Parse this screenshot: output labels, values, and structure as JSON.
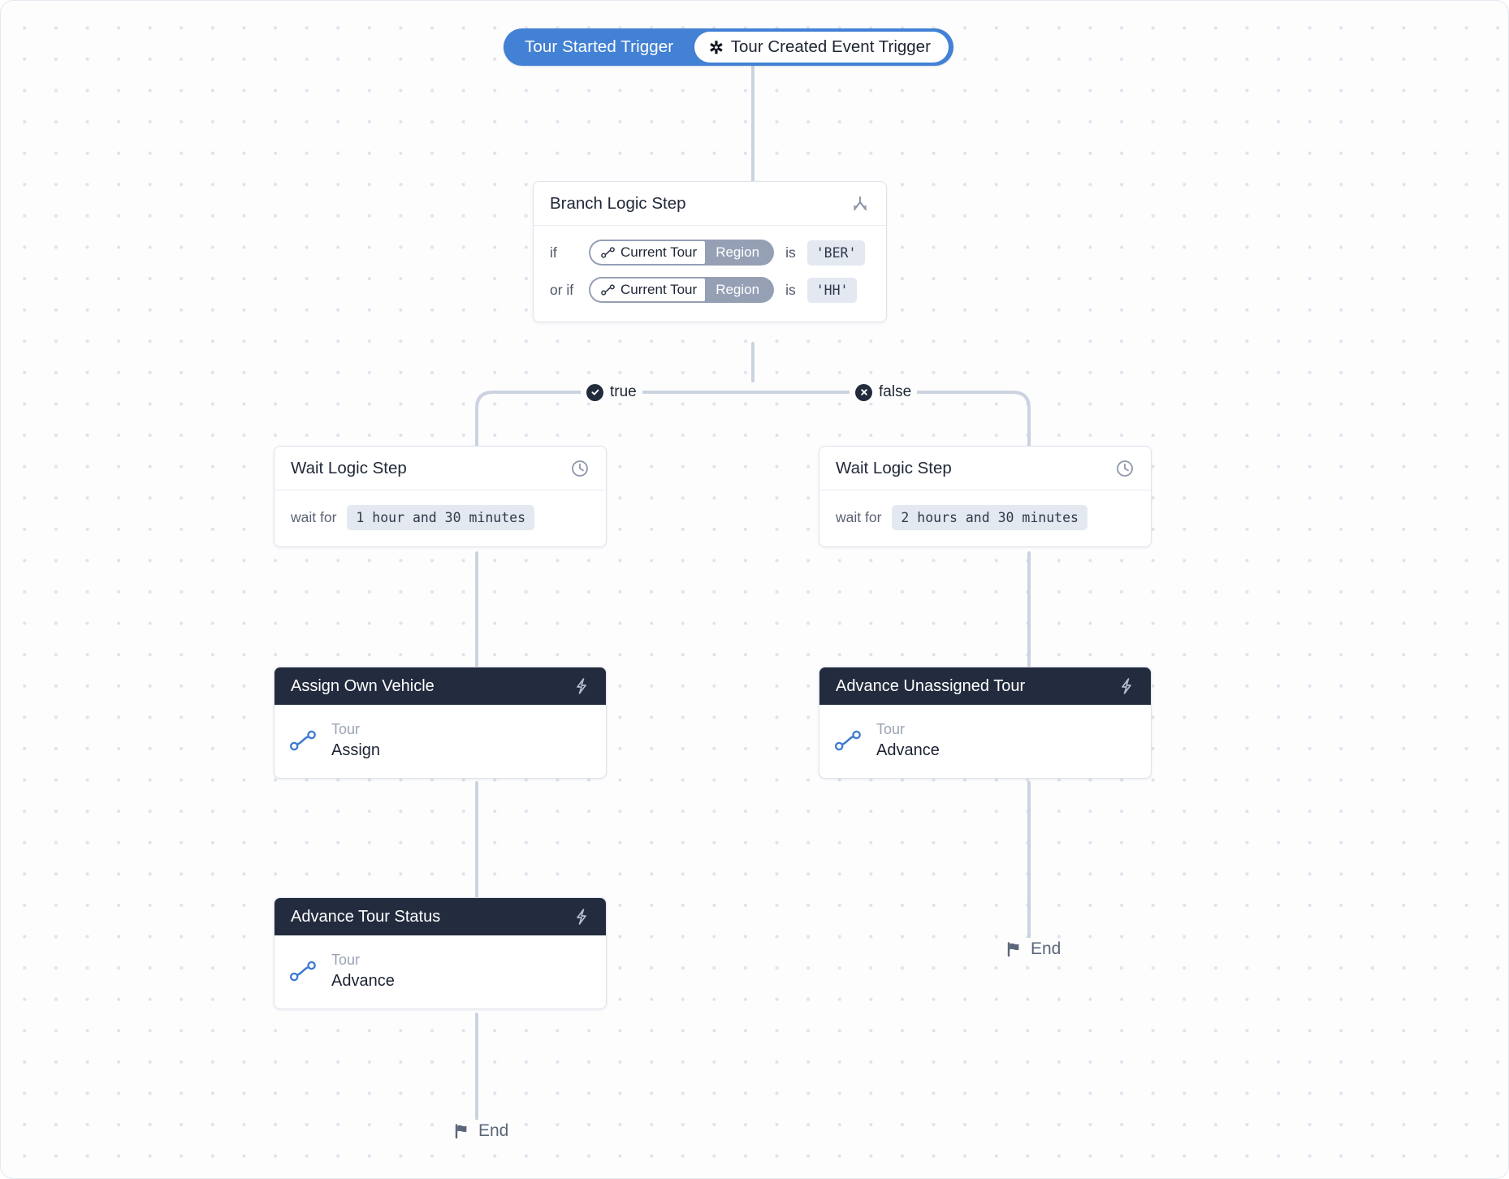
{
  "canvas": {
    "background_color": "#fdfdfe",
    "dot_color": "#dfe4ef",
    "accent_blue": "#4281d4",
    "dark_header": "#232c3e"
  },
  "trigger": {
    "name": "Tour Started Trigger",
    "event_label": "Tour Created Event Trigger",
    "icon": "asterisk-icon",
    "glyph": "✲"
  },
  "branch_step": {
    "title": "Branch Logic Step",
    "icon": "branch-fork-icon",
    "conditions": [
      {
        "keyword": "if",
        "variable_source": "Current Tour",
        "variable_field": "Region",
        "operator": "is",
        "value": "'BER'",
        "icon": "route-icon"
      },
      {
        "keyword": "or if",
        "variable_source": "Current Tour",
        "variable_field": "Region",
        "operator": "is",
        "value": "'HH'",
        "icon": "route-icon"
      }
    ],
    "outputs": [
      {
        "label": "true",
        "icon": "check-circle-icon"
      },
      {
        "label": "false",
        "icon": "x-circle-icon"
      }
    ]
  },
  "branches": {
    "true_branch": {
      "wait": {
        "title": "Wait Logic Step",
        "icon": "clock-icon",
        "label": "wait for",
        "duration": "1 hour and 30 minutes"
      },
      "actions": [
        {
          "title": "Assign Own Vehicle",
          "header_icon": "lightning-bolt-icon",
          "entity_icon": "route-icon",
          "entity": "Tour",
          "operation": "Assign"
        },
        {
          "title": "Advance Tour Status",
          "header_icon": "lightning-bolt-icon",
          "entity_icon": "route-icon",
          "entity": "Tour",
          "operation": "Advance"
        }
      ],
      "end": {
        "label": "End",
        "icon": "flag-icon"
      }
    },
    "false_branch": {
      "wait": {
        "title": "Wait Logic Step",
        "icon": "clock-icon",
        "label": "wait for",
        "duration": "2 hours and 30 minutes"
      },
      "actions": [
        {
          "title": "Advance Unassigned Tour",
          "header_icon": "lightning-bolt-icon",
          "entity_icon": "route-icon",
          "entity": "Tour",
          "operation": "Advance"
        }
      ],
      "end": {
        "label": "End",
        "icon": "flag-icon"
      }
    }
  }
}
